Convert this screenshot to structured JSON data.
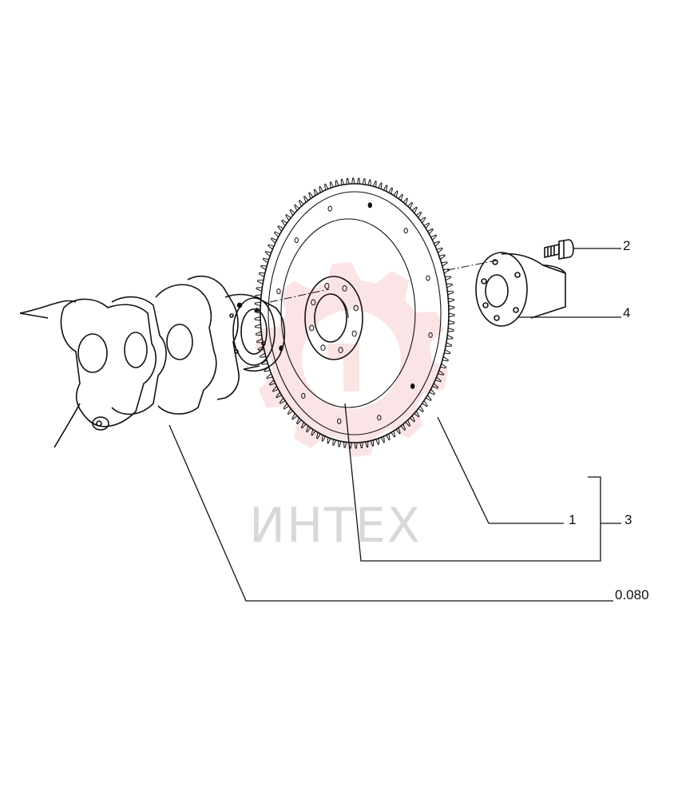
{
  "watermark": {
    "text": "ИНТЕХ",
    "color": "#e8747b"
  },
  "callouts": {
    "c1": "1",
    "c2": "2",
    "c3": "3",
    "c4": "4",
    "c_assembly": "0.080"
  }
}
